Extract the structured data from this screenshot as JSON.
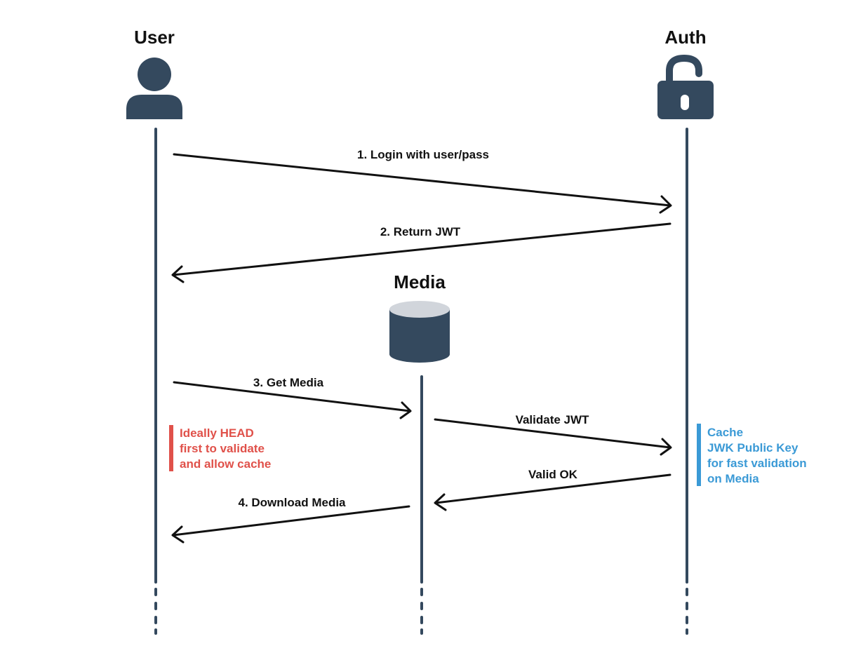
{
  "colors": {
    "lifeline": "#34495e",
    "icon": "#34495e",
    "db_top": "#d1d5db",
    "arrow": "#111111",
    "note_red": "#e0514a",
    "note_blue": "#3b9ad6"
  },
  "actors": {
    "user": {
      "title": "User",
      "icon": "user-icon"
    },
    "auth": {
      "title": "Auth",
      "icon": "unlocked-padlock-icon"
    },
    "media": {
      "title": "Media",
      "icon": "database-icon"
    }
  },
  "messages": [
    {
      "label": "1. Login with user/pass"
    },
    {
      "label": "2. Return JWT"
    },
    {
      "label": "3. Get Media"
    },
    {
      "label": "Validate JWT"
    },
    {
      "label": "Valid OK"
    },
    {
      "label": "4. Download Media"
    }
  ],
  "notes": {
    "head": {
      "lines": [
        "Ideally HEAD",
        "first to validate",
        "and allow cache"
      ]
    },
    "cache": {
      "lines": [
        "Cache",
        "JWK Public Key",
        "for fast validation",
        "on Media"
      ]
    }
  }
}
